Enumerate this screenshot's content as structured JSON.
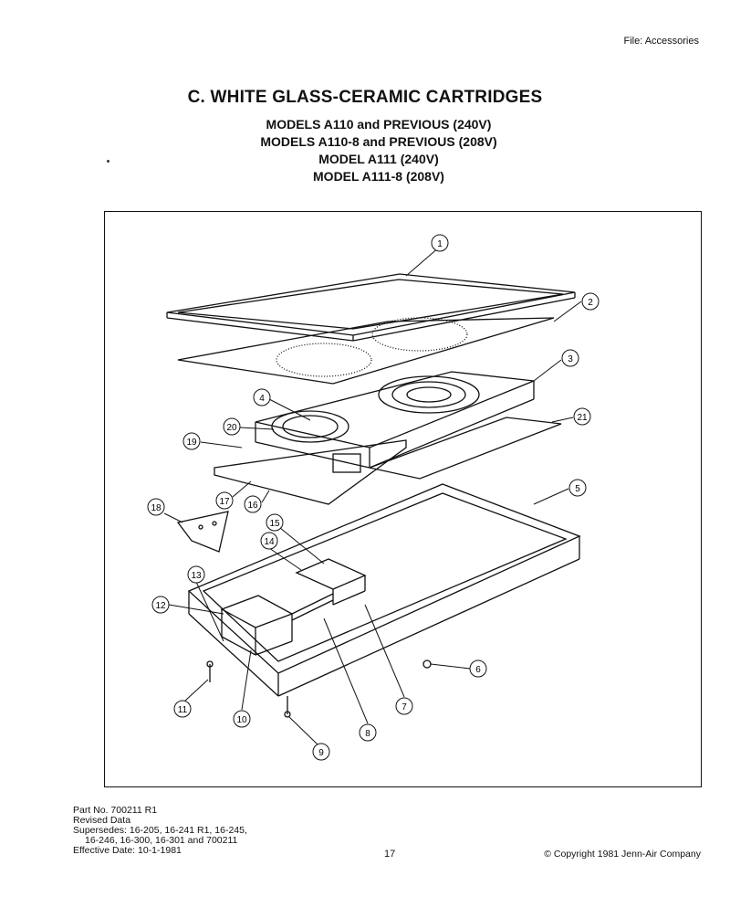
{
  "header": {
    "file_tag": "File: Accessories"
  },
  "title": "C. WHITE GLASS-CERAMIC CARTRIDGES",
  "models": [
    "MODELS A110 and PREVIOUS (240V)",
    "MODELS A110-8 and PREVIOUS (208V)",
    "MODEL A111 (240V)",
    "MODEL A111-8 (208V)"
  ],
  "diagram": {
    "callouts": [
      "1",
      "2",
      "3",
      "4",
      "5",
      "6",
      "7",
      "8",
      "9",
      "10",
      "11",
      "12",
      "13",
      "14",
      "15",
      "16",
      "17",
      "18",
      "19",
      "20",
      "21"
    ]
  },
  "footer": {
    "part_no": "Part No. 700211 R1",
    "revised": "Revised Data",
    "supersedes_1": "Supersedes: 16-205, 16-241 R1, 16-245,",
    "supersedes_2": "16-246, 16-300, 16-301 and 700211",
    "effective": "Effective Date: 10-1-1981",
    "page": "17",
    "copyright": "© Copyright 1981 Jenn-Air Company"
  }
}
